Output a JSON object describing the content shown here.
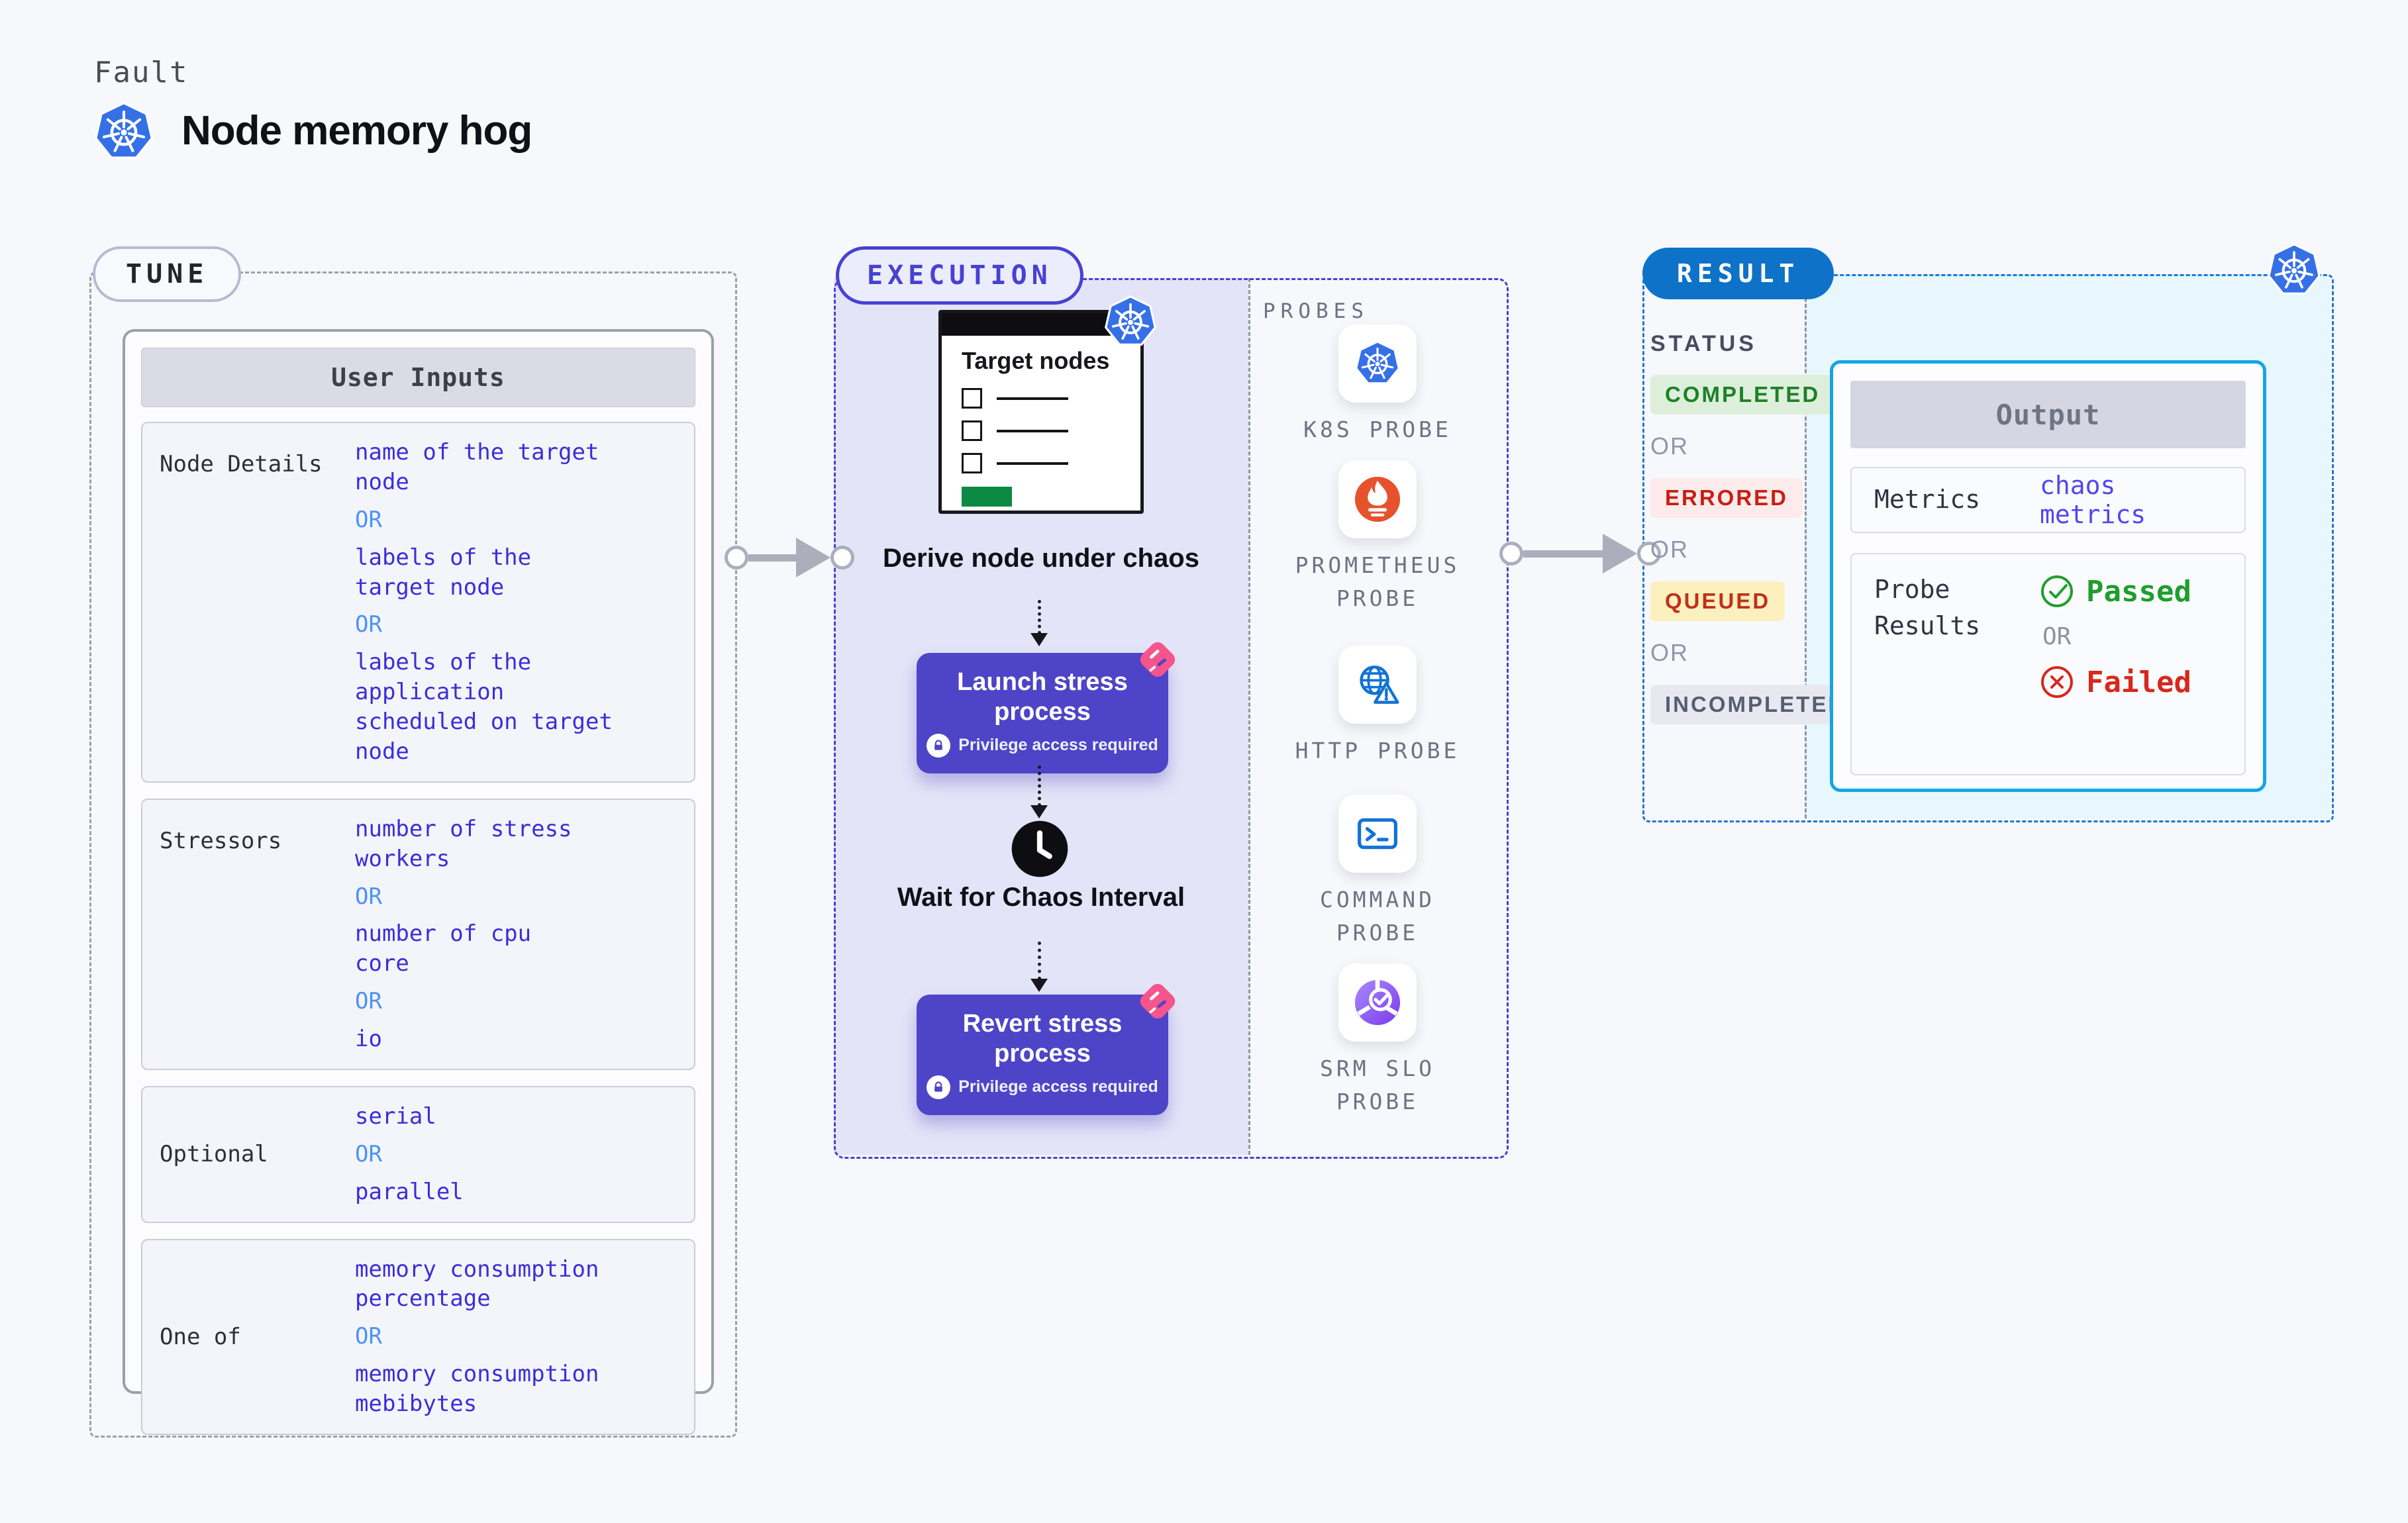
{
  "page": {
    "kicker": "Fault",
    "title": "Node memory hog"
  },
  "tune": {
    "badge": "TUNE",
    "panel_title": "User Inputs",
    "or_label": "OR",
    "rows": [
      {
        "label": "Node Details",
        "options": [
          "name of the target\nnode",
          "labels of the\ntarget node",
          "labels of the application\nscheduled on target node"
        ]
      },
      {
        "label": "Stressors",
        "options": [
          "number of stress\nworkers",
          "number of cpu\ncore",
          "io"
        ]
      },
      {
        "label": "Optional",
        "options": [
          "serial",
          "parallel"
        ]
      },
      {
        "label": "One of",
        "options": [
          "memory consumption\npercentage",
          "memory consumption\nmebibytes"
        ]
      }
    ]
  },
  "execution": {
    "badge": "EXECUTION",
    "target_card_title": "Target nodes",
    "derive_label": "Derive node under chaos",
    "launch_label": "Launch stress process",
    "privilege_note": "Privilege access required",
    "wait_label": "Wait for Chaos Interval",
    "revert_label": "Revert stress process"
  },
  "probes": {
    "label": "PROBES",
    "items": [
      {
        "name": "K8S PROBE",
        "icon": "kubernetes-icon"
      },
      {
        "name": "PROMETHEUS\nPROBE",
        "icon": "prometheus-icon"
      },
      {
        "name": "HTTP PROBE",
        "icon": "http-globe-icon"
      },
      {
        "name": "COMMAND\nPROBE",
        "icon": "terminal-icon"
      },
      {
        "name": "SRM SLO\nPROBE",
        "icon": "slo-donut-icon"
      }
    ]
  },
  "result": {
    "badge": "RESULT",
    "status_label": "STATUS",
    "or_label": "OR",
    "statuses": [
      {
        "label": "COMPLETED",
        "color": "#1d8127",
        "bg": "#ddefdb"
      },
      {
        "label": "ERRORED",
        "color": "#c81e14",
        "bg": "#fcebea"
      },
      {
        "label": "QUEUED",
        "color": "#c03018",
        "bg": "#fdf0bf"
      },
      {
        "label": "INCOMPLETED",
        "color": "#575d72",
        "bg": "#e8e9f0"
      }
    ],
    "output": {
      "title": "Output",
      "metrics_label": "Metrics",
      "metrics_value": "chaos metrics",
      "probe_results_label": "Probe\nResults",
      "passed_label": "Passed",
      "failed_label": "Failed"
    }
  },
  "colors": {
    "accent_indigo": "#4741d3",
    "button_indigo": "#4d44c8",
    "result_blue": "#0e72c8",
    "output_border_cyan": "#13a5e6",
    "value_blue": "#3b2ed8",
    "or_blue": "#4b93f8",
    "passed_green": "#1f9d2e",
    "failed_red": "#d7281d",
    "metrics_value_indigo": "#5246ed",
    "kubernetes_blue": "#3570e6",
    "prometheus_orange": "#e6522c",
    "probe_icon_blue": "#1273d4",
    "pink": "#f5548c"
  }
}
